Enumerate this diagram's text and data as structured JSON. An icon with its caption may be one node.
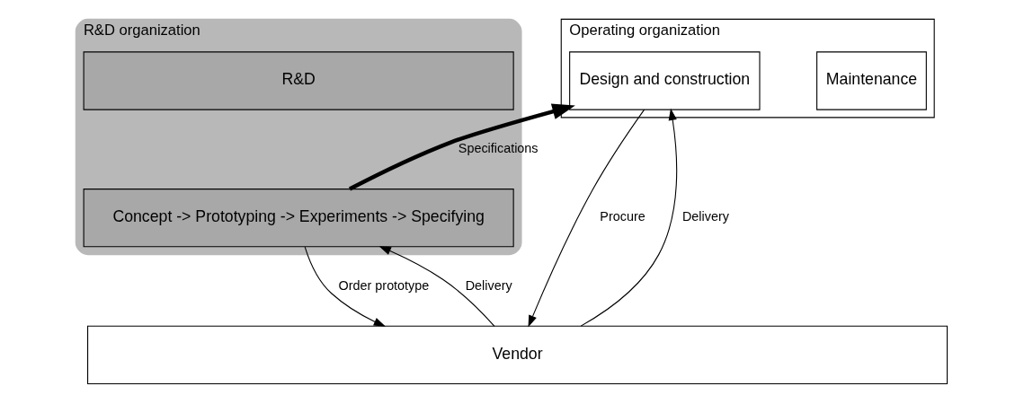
{
  "diagram": {
    "nodes": [
      {
        "text": [
          "R&D organization"
        ]
      },
      {
        "text": [
          "R&D"
        ],
        "in": 0
      },
      {
        "text": [
          "Concept -> Prototyping -> Experiments -> Specifying"
        ],
        "in": 0
      },
      {
        "text": [
          "Operating organization"
        ]
      },
      {
        "text": [
          "Design and construction"
        ],
        "in": 3
      },
      {
        "text": [
          "Maintenance"
        ],
        "in": 3
      },
      {
        "text": [
          "Vendor"
        ]
      }
    ],
    "edges": [
      {
        "from": 2,
        "to": 4,
        "arrow": "to",
        "label": "Specifications",
        "style": "thick"
      },
      {
        "from": 2,
        "to": 6,
        "arrow": "to",
        "label": "Order prototype"
      },
      {
        "from": 6,
        "to": 2,
        "arrow": "to",
        "label": "Delivery"
      },
      {
        "from": 4,
        "to": 6,
        "arrow": "to",
        "label": "Procure"
      },
      {
        "from": 6,
        "to": 4,
        "arrow": "to",
        "label": "Delivery"
      }
    ]
  }
}
